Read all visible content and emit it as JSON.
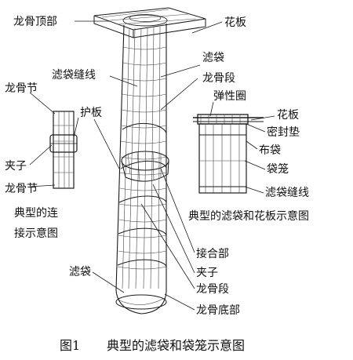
{
  "main_figure": {
    "labels": {
      "keel_top": "龙骨顶部",
      "flower_plate": "花板",
      "filter_bag": "滤袋",
      "bag_seam": "滤袋缝线",
      "keel_section": "龙骨段",
      "guard_plate": "护板",
      "joint": "接合部",
      "clip": "夹子",
      "keel_section_2": "龙骨段",
      "keel_bottom": "龙骨底部",
      "filter_bag_bottom": "滤袋"
    }
  },
  "connection_detail": {
    "labels": {
      "keel_joint_top": "龙骨节",
      "clip": "夹子",
      "keel_joint_bottom": "龙骨节"
    },
    "caption_line1": "典型的连",
    "caption_line2": "接示意图"
  },
  "bag_detail": {
    "labels": {
      "spring_ring": "弹性圈",
      "flower_plate": "花板",
      "seal_pad": "密封垫",
      "cloth_bag": "布袋",
      "bag_cage": "袋笼",
      "bag_seam": "滤袋缝线"
    },
    "caption": "典型的滤袋和花板示意图"
  },
  "figure_caption": {
    "number": "图1",
    "title": "典型的滤袋和袋笼示意图"
  }
}
